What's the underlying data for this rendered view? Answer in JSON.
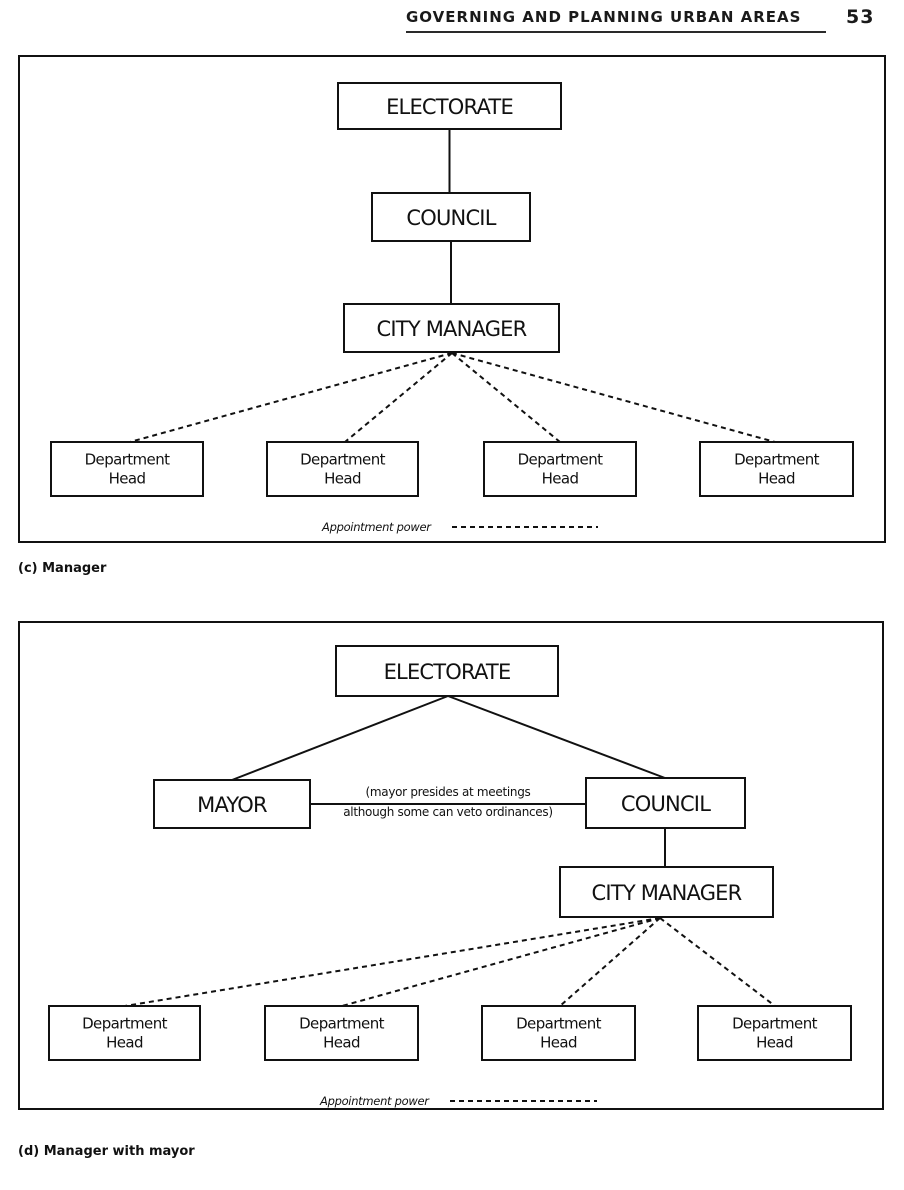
{
  "header": {
    "running_title": "GOVERNING AND PLANNING URBAN AREAS",
    "page_number": "53"
  },
  "figures": [
    {
      "id": "c",
      "caption": "(c)  Manager",
      "nodes": [
        {
          "id": "electorate",
          "label": [
            "ELECTORATE"
          ]
        },
        {
          "id": "council",
          "label": [
            "COUNCIL"
          ]
        },
        {
          "id": "city_manager",
          "label": [
            "CITY MANAGER"
          ]
        },
        {
          "id": "dept1",
          "label": [
            "Department",
            "Head"
          ]
        },
        {
          "id": "dept2",
          "label": [
            "Department",
            "Head"
          ]
        },
        {
          "id": "dept3",
          "label": [
            "Department",
            "Head"
          ]
        },
        {
          "id": "dept4",
          "label": [
            "Department",
            "Head"
          ]
        }
      ],
      "edges": [
        {
          "from": "electorate",
          "to": "council",
          "style": "solid"
        },
        {
          "from": "council",
          "to": "city_manager",
          "style": "solid"
        },
        {
          "from": "city_manager",
          "to": "dept1",
          "style": "dashed"
        },
        {
          "from": "city_manager",
          "to": "dept2",
          "style": "dashed"
        },
        {
          "from": "city_manager",
          "to": "dept3",
          "style": "dashed"
        },
        {
          "from": "city_manager",
          "to": "dept4",
          "style": "dashed"
        }
      ],
      "legend": {
        "label": "Appointment power",
        "style": "dashed"
      }
    },
    {
      "id": "d",
      "caption": "(d)  Manager with mayor",
      "nodes": [
        {
          "id": "electorate",
          "label": [
            "ELECTORATE"
          ]
        },
        {
          "id": "mayor",
          "label": [
            "MAYOR"
          ]
        },
        {
          "id": "council",
          "label": [
            "COUNCIL"
          ]
        },
        {
          "id": "city_manager",
          "label": [
            "CITY MANAGER"
          ]
        },
        {
          "id": "dept1",
          "label": [
            "Department",
            "Head"
          ]
        },
        {
          "id": "dept2",
          "label": [
            "Department",
            "Head"
          ]
        },
        {
          "id": "dept3",
          "label": [
            "Department",
            "Head"
          ]
        },
        {
          "id": "dept4",
          "label": [
            "Department",
            "Head"
          ]
        }
      ],
      "edges": [
        {
          "from": "electorate",
          "to": "mayor",
          "style": "solid"
        },
        {
          "from": "electorate",
          "to": "council",
          "style": "solid"
        },
        {
          "from": "mayor",
          "to": "council",
          "style": "solid",
          "note": [
            "(mayor presides at meetings",
            "although some can veto ordinances)"
          ]
        },
        {
          "from": "council",
          "to": "city_manager",
          "style": "solid"
        },
        {
          "from": "city_manager",
          "to": "dept1",
          "style": "dashed"
        },
        {
          "from": "city_manager",
          "to": "dept2",
          "style": "dashed"
        },
        {
          "from": "city_manager",
          "to": "dept3",
          "style": "dashed"
        },
        {
          "from": "city_manager",
          "to": "dept4",
          "style": "dashed"
        }
      ],
      "legend": {
        "label": "Appointment power",
        "style": "dashed"
      }
    }
  ]
}
